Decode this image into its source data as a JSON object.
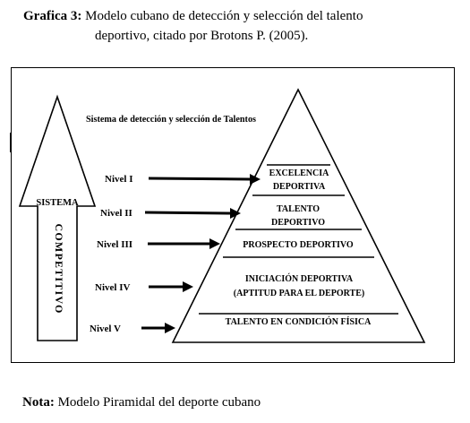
{
  "caption": {
    "label": "Grafica 3:",
    "line1": " Modelo cubano de detección y selección del talento",
    "line2": "deportivo, citado por Brotons P. (2005)."
  },
  "diagram": {
    "title": "Sistema de detección y selección de Talentos",
    "arrow_word_1": "SISTEMA",
    "arrow_word_2": "COMPETITIVO",
    "levels": [
      {
        "label": "Nivel I",
        "text_lines": [
          "EXCELENCIA",
          "DEPORTIVA"
        ]
      },
      {
        "label": "Nivel II",
        "text_lines": [
          "TALENTO",
          "DEPORTIVO"
        ]
      },
      {
        "label": "Nivel III",
        "text_lines": [
          "PROSPECTO DEPORTIVO"
        ]
      },
      {
        "label": "Nivel IV",
        "text_lines": [
          "INICIACIÓN DEPORTIVA",
          "(APTITUD PARA EL DEPORTE)"
        ]
      },
      {
        "label": "Nivel V",
        "text_lines": [
          "TALENTO EN CONDICIÓN FÍSICA"
        ]
      }
    ]
  },
  "note": {
    "label": "Nota:",
    "text": " Modelo Piramidal del deporte cubano"
  }
}
